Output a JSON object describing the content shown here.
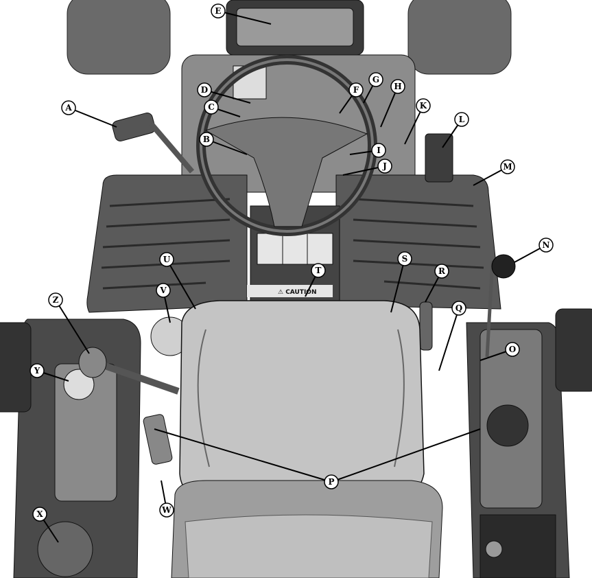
{
  "diagram": {
    "callouts": [
      "A",
      "B",
      "C",
      "D",
      "E",
      "F",
      "G",
      "H",
      "I",
      "J",
      "K",
      "L",
      "M",
      "N",
      "O",
      "P",
      "Q",
      "R",
      "S",
      "T",
      "U",
      "V",
      "W",
      "X",
      "Y",
      "Z"
    ],
    "decal_text": "⚠ CAUTION",
    "colors": {
      "line": "#111111",
      "body_dark": "#4a4a4a",
      "body_mid": "#8a8a8a",
      "body_light": "#c8c8c8",
      "seat": "#bdbdbd"
    }
  }
}
